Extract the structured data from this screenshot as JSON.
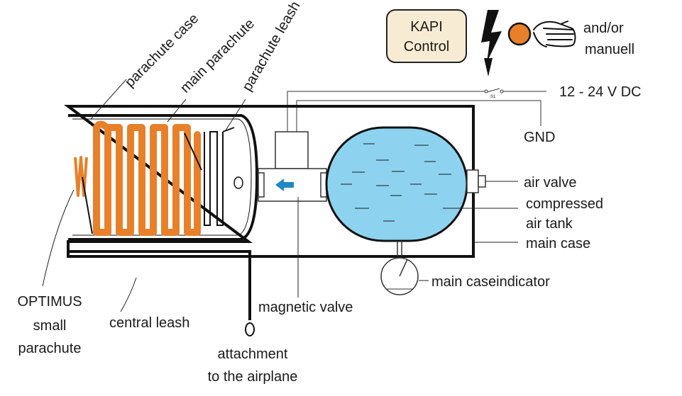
{
  "labels": {
    "parachute_case": "parachute case",
    "main_parachute": "main parachute",
    "parachute_leash": "parachute leash",
    "kapi_line1": "KAPI",
    "kapi_line2": "Control",
    "and_or": "and/or",
    "manuell": "manuell",
    "voltage": "12 - 24 V DC",
    "switch": "S1",
    "gnd": "GND",
    "air_valve": "air valve",
    "compressed_line1": "compressed",
    "compressed_line2": "air tank",
    "main_case": "main case",
    "main_caseindicator": "main caseindicator",
    "magnetic_valve": "magnetic valve",
    "central_leash": "central leash",
    "optimus_line1": "OPTIMUS",
    "optimus_line2": "small",
    "optimus_line3": "parachute",
    "attachment_line1": "attachment",
    "attachment_line2": "to the airplane"
  },
  "colors": {
    "parachute": "#e8802a",
    "tank_fill": "#8dd3ef",
    "button": "#e8802a",
    "kapi_box": "#f7ecd3",
    "arrow": "#1e88c8",
    "line": "#111111"
  }
}
